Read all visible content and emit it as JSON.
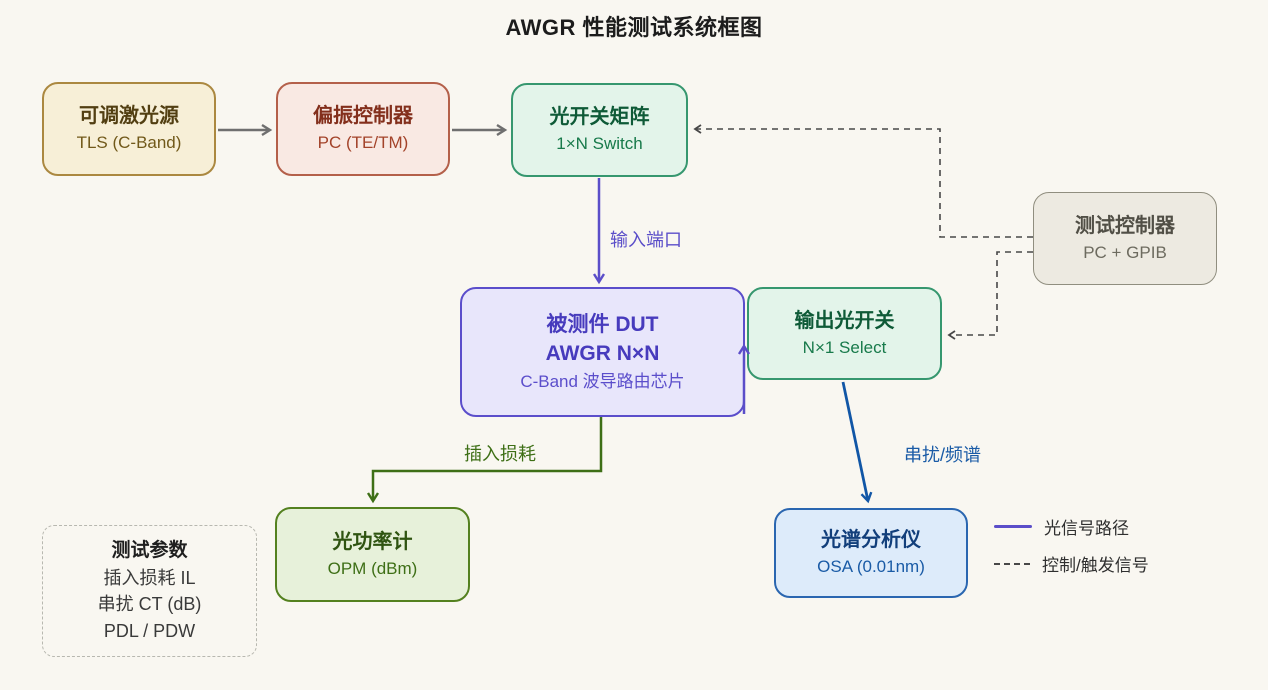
{
  "title": "AWGR 性能测试系统框图",
  "nodes": {
    "tls": {
      "title": "可调激光源",
      "subtitle": "TLS (C-Band)"
    },
    "pc": {
      "title": "偏振控制器",
      "subtitle": "PC (TE/TM)"
    },
    "switch_in": {
      "title": "光开关矩阵",
      "subtitle": "1×N Switch"
    },
    "dut": {
      "title": "被测件 DUT",
      "line2": "AWGR N×N",
      "subtitle": "C-Band 波导路由芯片"
    },
    "switch_out": {
      "title": "输出光开关",
      "subtitle": "N×1 Select"
    },
    "controller": {
      "title": "测试控制器",
      "subtitle": "PC + GPIB"
    },
    "opm": {
      "title": "光功率计",
      "subtitle": "OPM (dBm)"
    },
    "osa": {
      "title": "光谱分析仪",
      "subtitle": "OSA (0.01nm)"
    },
    "params": {
      "title": "测试参数",
      "line1": "插入损耗 IL",
      "line2": "串扰 CT (dB)",
      "line3": "PDL / PDW"
    }
  },
  "edge_labels": {
    "input_port": "输入端口",
    "insertion_loss": "插入损耗",
    "crosstalk": "串扰/频谱"
  },
  "legend": {
    "optical": "光信号路径",
    "control": "控制/触发信号"
  },
  "colors": {
    "page_background": "#f9f7f1",
    "tls_border": "#ab8840",
    "pc_border": "#b4604a",
    "switch_border": "#36976f",
    "dut_border": "#5b4ecb",
    "controller_border": "#908e7f",
    "opm_border": "#54811f",
    "osa_border": "#2a66b0",
    "gray_arrow": "#6f6f6f",
    "optical_path_purple": "#5b4ec9",
    "insertion_loss_green": "#3e6f16",
    "crosstalk_blue": "#1156a6",
    "control_dashed": "#484848"
  }
}
